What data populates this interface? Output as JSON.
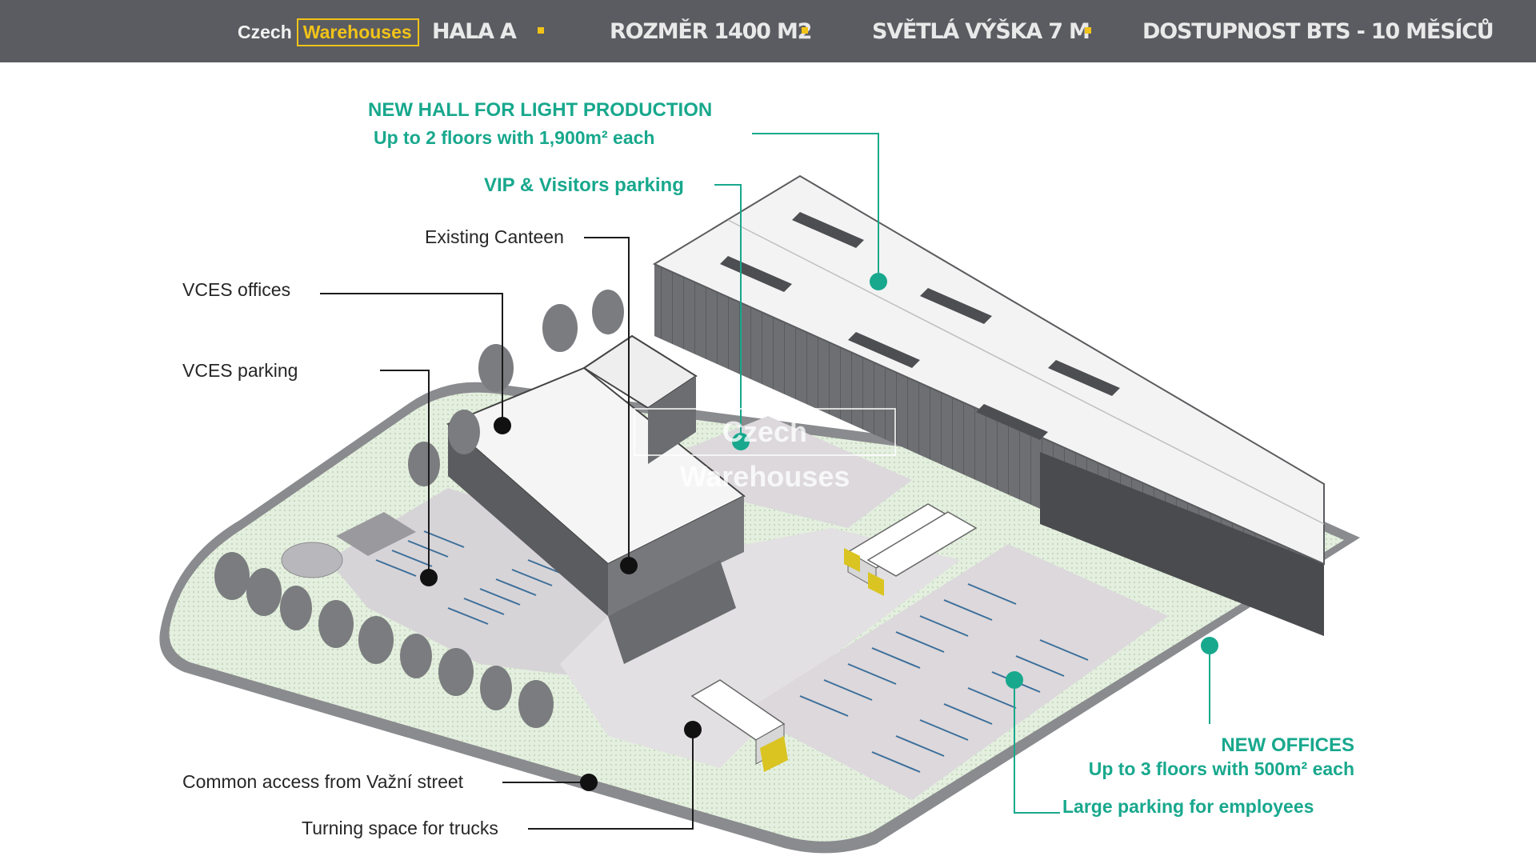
{
  "header": {
    "logo": {
      "word1": "Czech",
      "word2": "Warehouses"
    },
    "nav": [
      {
        "label": "HALA A"
      },
      {
        "label": "ROZMĚR 1400 M2"
      },
      {
        "label": "SVĚTLÁ VÝŠKA 7 M"
      },
      {
        "label": "DOSTUPNOST BTS - 10 MĚSÍCŮ"
      }
    ]
  },
  "plan": {
    "labels": {
      "new_hall_title": "NEW HALL FOR LIGHT PRODUCTION",
      "new_hall_sub": "Up to 2 floors with 1,900m² each",
      "vip_parking": "VIP & Visitors parking",
      "existing_canteen": "Existing Canteen",
      "vces_offices": "VCES  offices",
      "vces_parking": "VCES parking",
      "common_access": "Common access from Važní street",
      "turning_space": "Turning space for trucks",
      "new_offices_title": "NEW OFFICES",
      "new_offices_sub": "Up to 3 floors with 500m² each",
      "large_parking": "Large parking for employees"
    },
    "watermark": "Czech Warehouses"
  },
  "colors": {
    "header_bg": "#5b5c61",
    "accent_yellow": "#f2c318",
    "teal": "#18a88d",
    "dark_text": "#262626"
  }
}
